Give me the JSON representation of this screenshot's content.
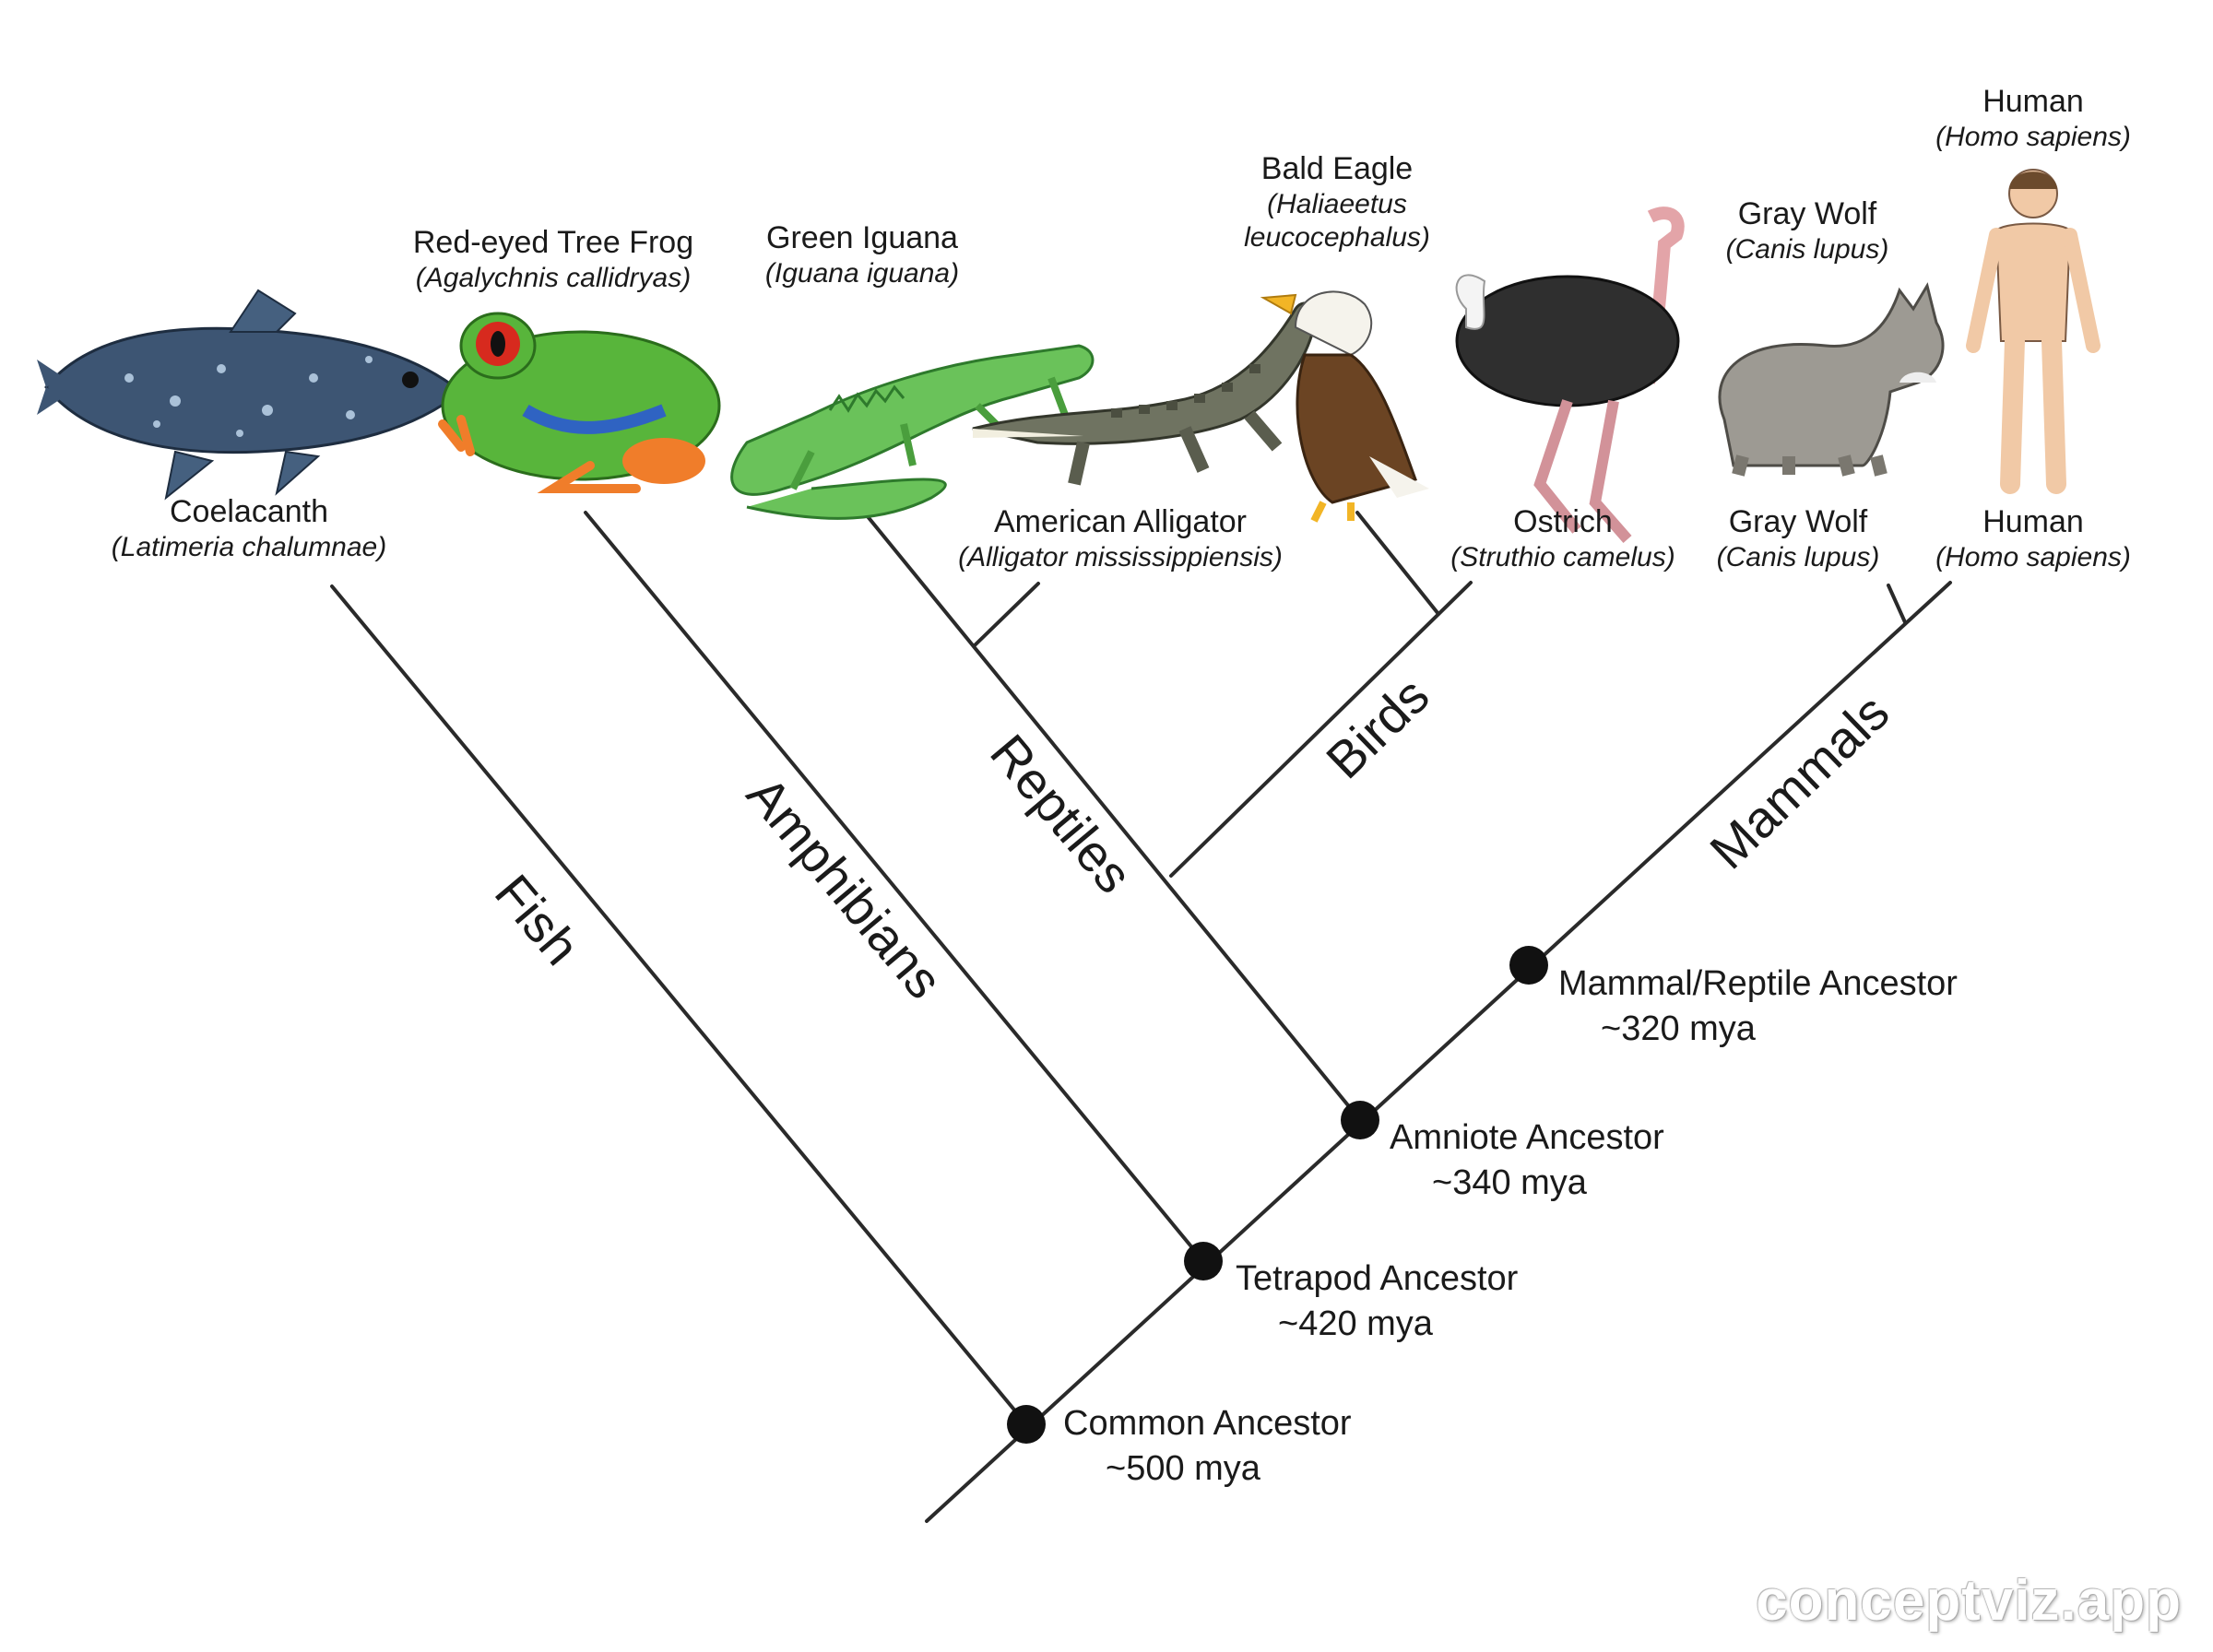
{
  "organisms": [
    {
      "id": "coelacanth",
      "common": "Coelacanth",
      "scientific": "(Latimeria chalumnae)"
    },
    {
      "id": "frog",
      "common": "Red-eyed Tree Frog",
      "scientific": "(Agalychnis callidryas)"
    },
    {
      "id": "iguana",
      "common": "Green Iguana",
      "scientific": "(Iguana iguana)"
    },
    {
      "id": "alligator",
      "common": "American Alligator",
      "scientific": "(Alligator mississippiensis)"
    },
    {
      "id": "eagle",
      "common": "Bald Eagle",
      "scientific": "(Haliaeetus\nleucocephalus)"
    },
    {
      "id": "ostrich",
      "common": "Ostrich",
      "scientific": "(Struthio camelus)"
    },
    {
      "id": "wolf_top",
      "common": "Gray Wolf",
      "scientific": "(Canis lupus)"
    },
    {
      "id": "wolf",
      "common": "Gray Wolf",
      "scientific": "(Canis lupus)"
    },
    {
      "id": "human_top",
      "common": "Human",
      "scientific": "(Homo sapiens)"
    },
    {
      "id": "human",
      "common": "Human",
      "scientific": "(Homo sapiens)"
    }
  ],
  "groups": {
    "fish": "Fish",
    "amphibians": "Amphibians",
    "reptiles": "Reptiles",
    "birds": "Birds",
    "mammals": "Mammals"
  },
  "nodes": [
    {
      "id": "common",
      "name": "Common Ancestor",
      "age": "~500 mya"
    },
    {
      "id": "tetrapod",
      "name": "Tetrapod Ancestor",
      "age": "~420 mya"
    },
    {
      "id": "amniote",
      "name": "Amniote Ancestor",
      "age": "~340 mya"
    },
    {
      "id": "mammal_reptile",
      "name": "Mammal/Reptile Ancestor",
      "age": "~320 mya"
    }
  ],
  "watermark": "conceptviz.app",
  "colors": {
    "line": "#2a2a2a",
    "node": "#111111"
  }
}
